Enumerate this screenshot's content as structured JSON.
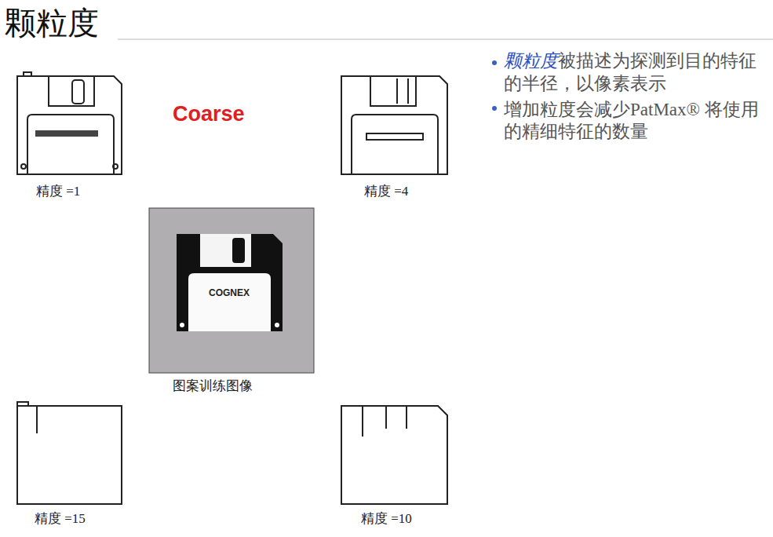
{
  "diagram": {
    "title": "颗粒度",
    "labels": [
      "Coarse",
      "精度 =1",
      "精度 =4",
      "图案训练图像",
      "精度 =15",
      "精度 =10",
      "COGNEX",
      "颗粒度",
      "被描述为探测到目的特征的半径，以像素表示",
      "增加粒度会减少PatMax® 将使用的精细特征的数量"
    ]
  }
}
